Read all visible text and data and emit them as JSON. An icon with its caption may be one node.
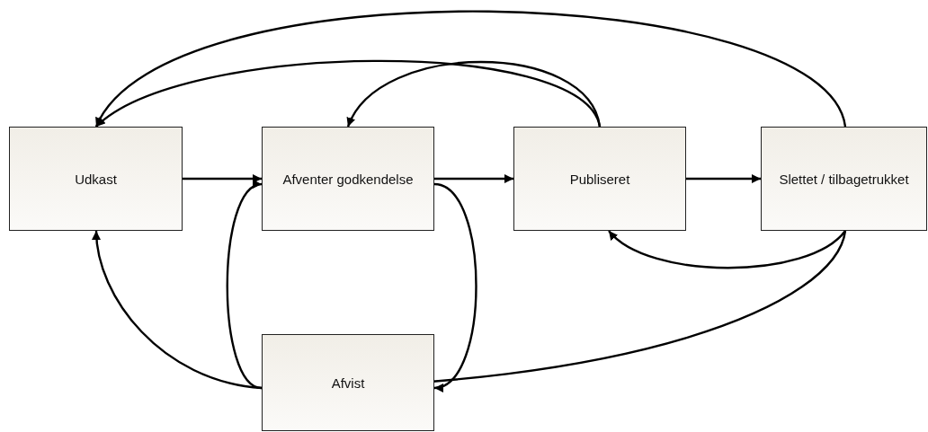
{
  "diagram": {
    "nodes": [
      {
        "text": [
          "Udkast"
        ]
      },
      {
        "text": [
          "Afventer godkendelse"
        ]
      },
      {
        "text": [
          "Publiseret"
        ]
      },
      {
        "text": [
          "Slettet / tilbagetrukket"
        ]
      },
      {
        "text": [
          "Afvist"
        ]
      }
    ],
    "edges": [
      {
        "from": 0,
        "to": 1,
        "arrow": "to"
      },
      {
        "from": 1,
        "to": 2,
        "arrow": "to"
      },
      {
        "from": 2,
        "to": 3,
        "arrow": "to"
      },
      {
        "from": 2,
        "to": 0,
        "arrow": "to"
      },
      {
        "from": 2,
        "to": 1,
        "arrow": "to"
      },
      {
        "from": 3,
        "to": 0,
        "arrow": "to"
      },
      {
        "from": 3,
        "to": 2,
        "arrow": "to"
      },
      {
        "from": 3,
        "to": 4,
        "arrow": "to"
      },
      {
        "from": 1,
        "to": 4,
        "arrow": "to"
      },
      {
        "from": 4,
        "to": 0,
        "arrow": "to"
      },
      {
        "from": 4,
        "to": 1,
        "arrow": "to"
      }
    ]
  }
}
